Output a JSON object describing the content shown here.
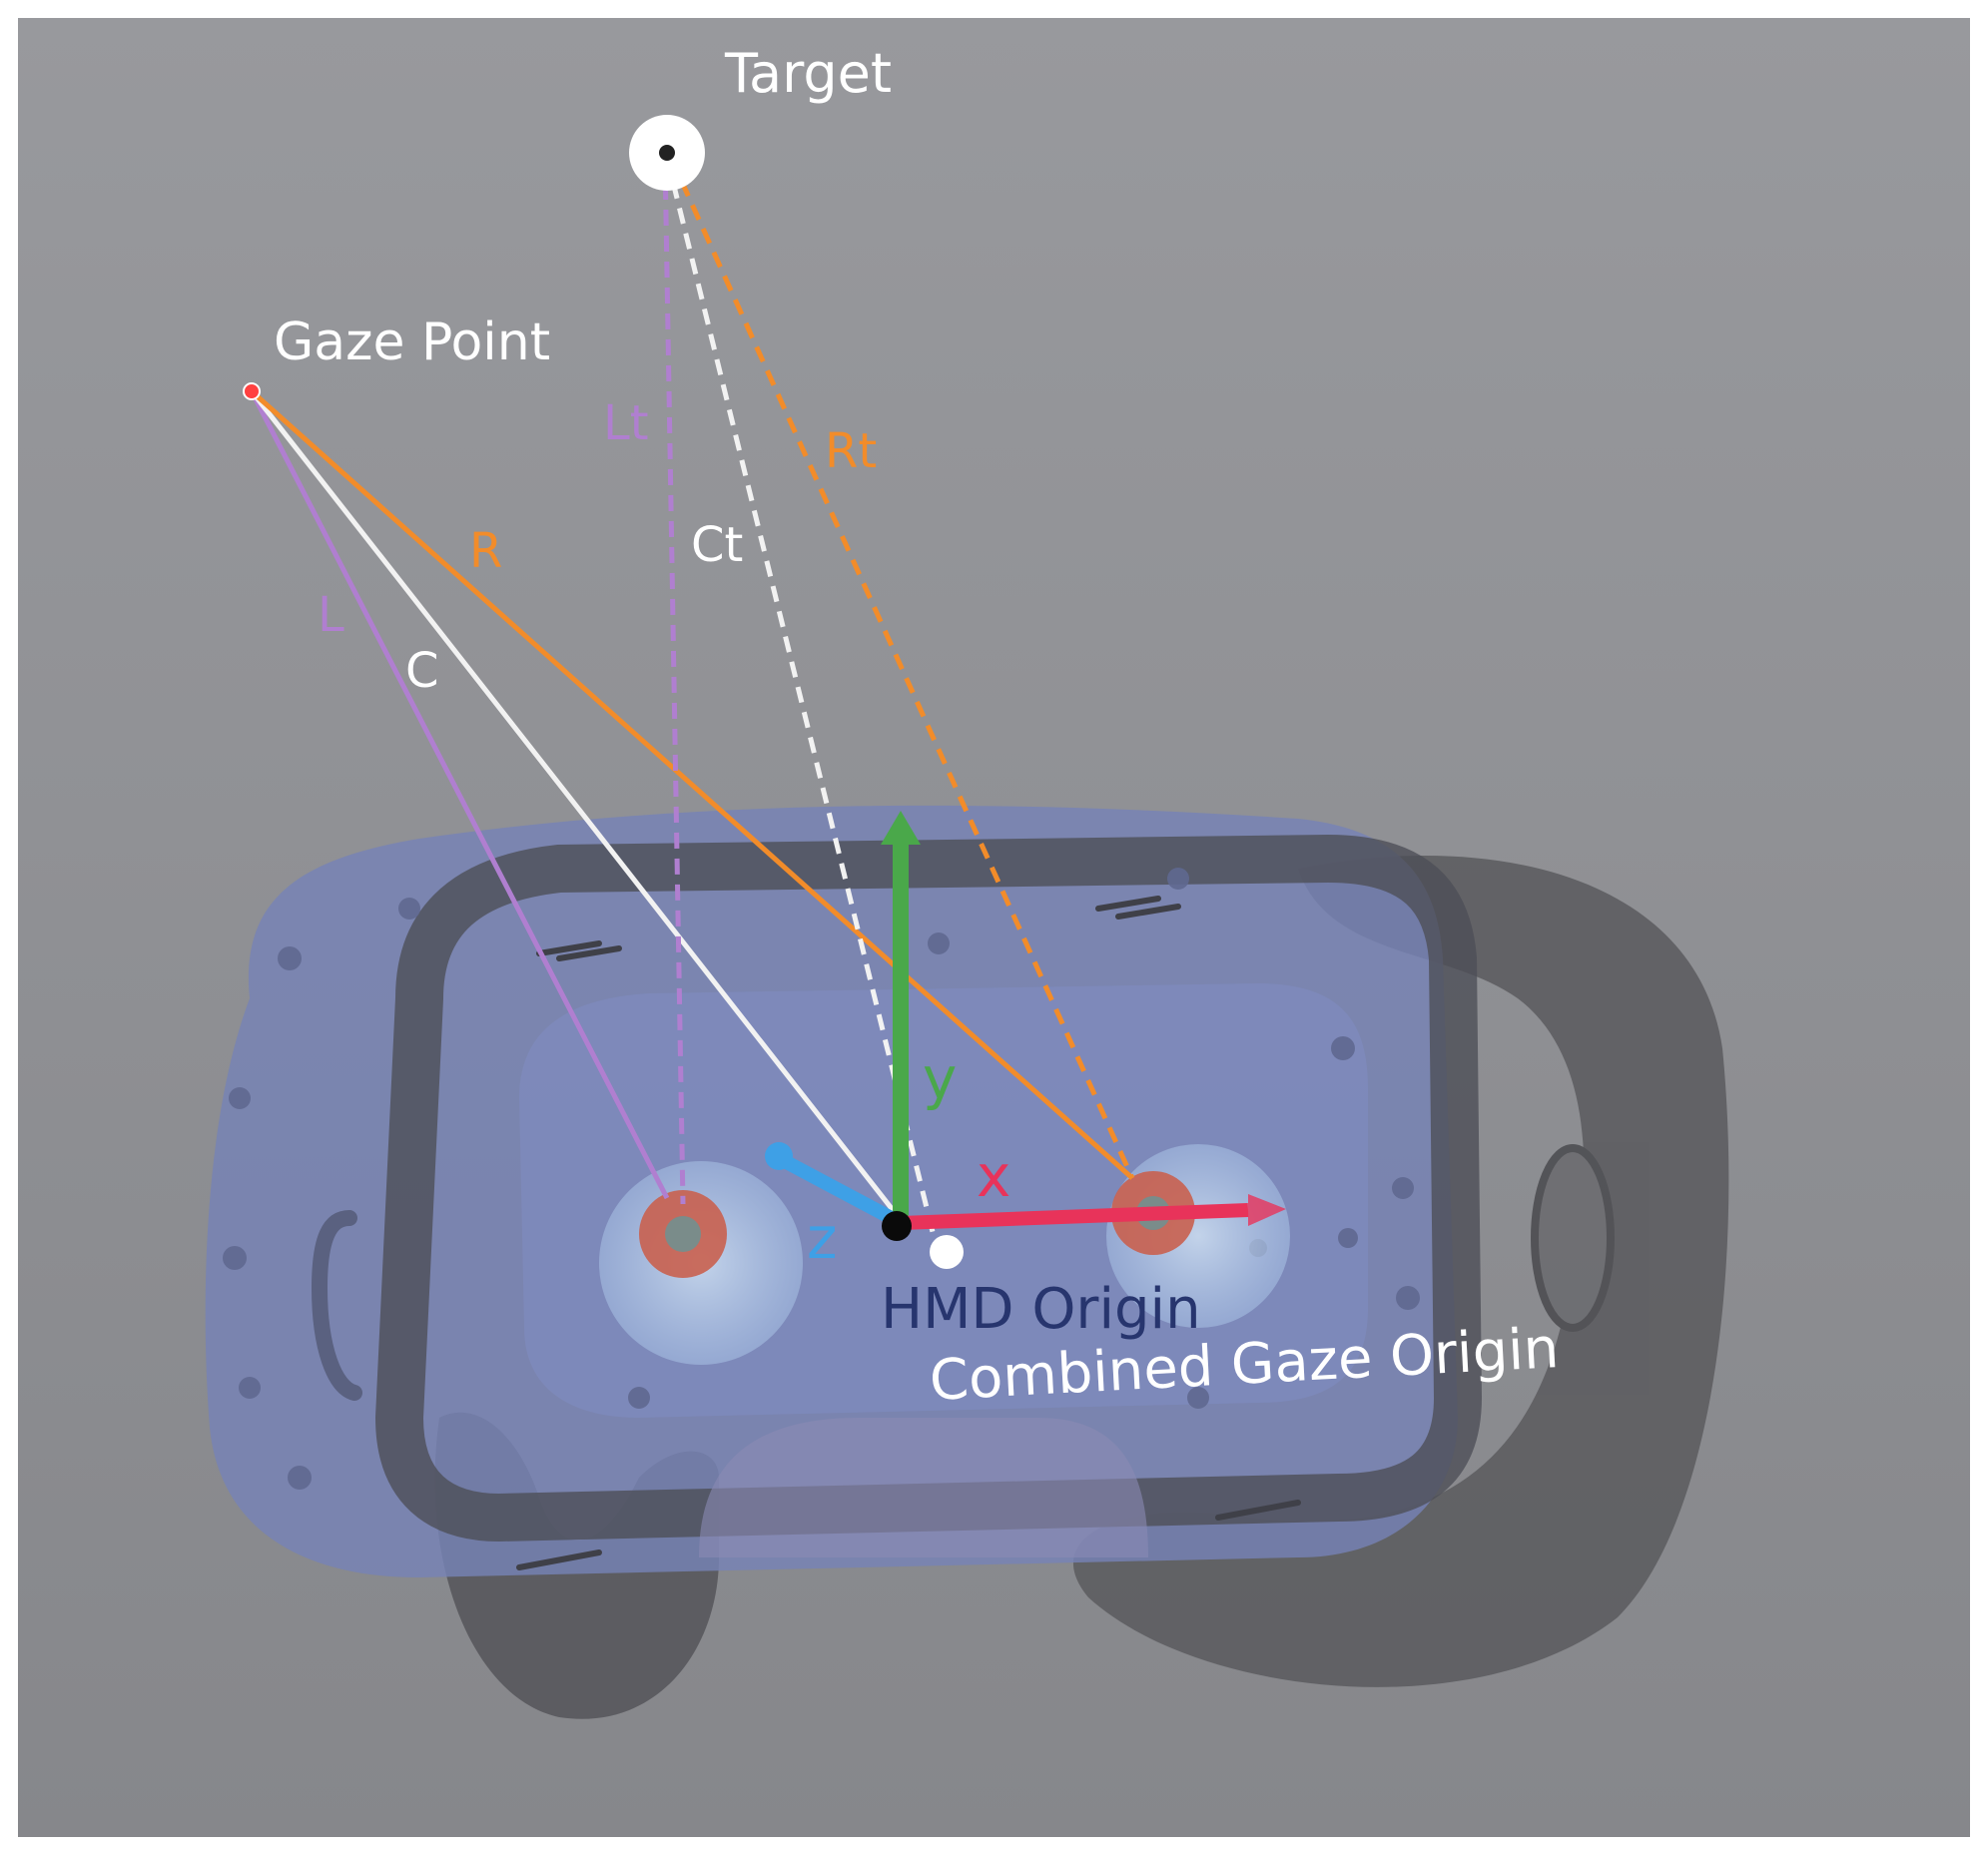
{
  "labels": {
    "target": "Target",
    "gaze_point": "Gaze Point",
    "hmd_origin": "HMD Origin",
    "combined_gaze_origin": "Combined Gaze Origin"
  },
  "rays": {
    "left": "L",
    "right": "R",
    "combined": "C",
    "left_target": "Lt",
    "right_target": "Rt",
    "combined_target": "Ct"
  },
  "axes": {
    "x": "x",
    "y": "y",
    "z": "z"
  },
  "colors": {
    "background": "#8e8f93",
    "headset_shell": "#7683b6",
    "faceplate": "#5b5b5f",
    "left_ray": "#b07fd0",
    "right_ray": "#f28c2a",
    "combined_ray": "#f2f2f2",
    "axis_x": "#e8335a",
    "axis_y": "#4aa84a",
    "axis_z": "#3ea0e6",
    "hmd_origin_label": "#27356e",
    "eye_iris": "#c9614f"
  }
}
